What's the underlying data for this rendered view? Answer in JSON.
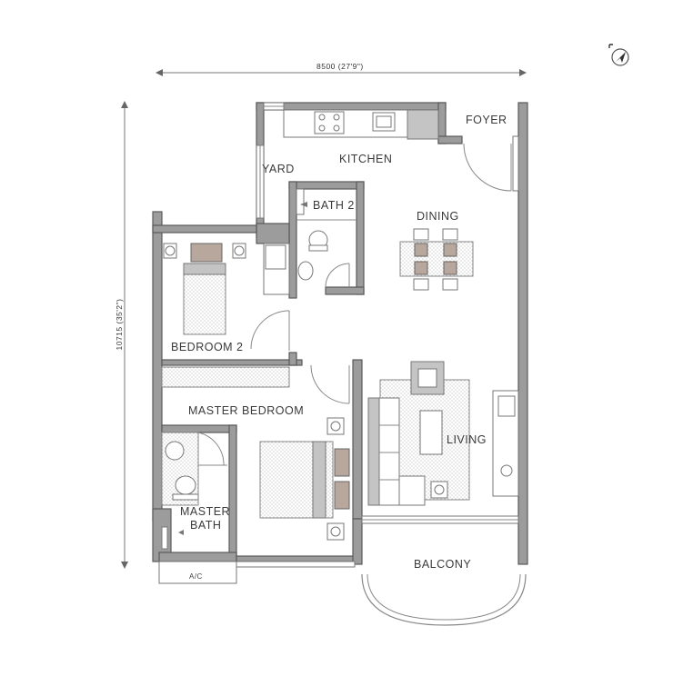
{
  "dimensions": {
    "width_label": "8500 (27'9\")",
    "height_label": "10715 (35'2\")"
  },
  "rooms": {
    "foyer": "FOYER",
    "kitchen": "KITCHEN",
    "yard": "YARD",
    "bath2": "BATH 2",
    "dining": "DINING",
    "bedroom2": "BEDROOM 2",
    "master_bedroom": "MASTER BEDROOM",
    "master_bath_line1": "MASTER",
    "master_bath_line2": "BATH",
    "living": "LIVING",
    "balcony": "BALCONY",
    "ac": "A/C"
  },
  "compass": {
    "icon": "north-arrow-icon",
    "label": "N"
  },
  "colors": {
    "wall": "#9c9c9c",
    "wall_outline": "#5a5a5a",
    "furniture_accent": "#b8a79c"
  }
}
